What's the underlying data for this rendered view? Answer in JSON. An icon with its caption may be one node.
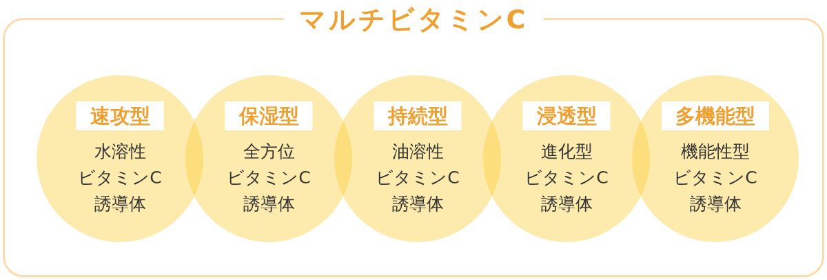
{
  "diagram": {
    "nodes": [
      {
        "text": [
          "マルチビタミンC"
        ]
      },
      {
        "text": [
          "速攻型",
          "水溶性ビタミンC誘導体"
        ],
        "in": 0
      },
      {
        "text": [
          "保湿型",
          "全方位ビタミンC誘導体"
        ],
        "in": 0
      },
      {
        "text": [
          "持続型",
          "油溶性ビタミンC誘導体"
        ],
        "in": 0
      },
      {
        "text": [
          "浸透型",
          "進化型ビタミンC誘導体"
        ],
        "in": 0
      },
      {
        "text": [
          "多機能型",
          "機能性型ビタミンC誘導体"
        ],
        "in": 0
      }
    ]
  }
}
